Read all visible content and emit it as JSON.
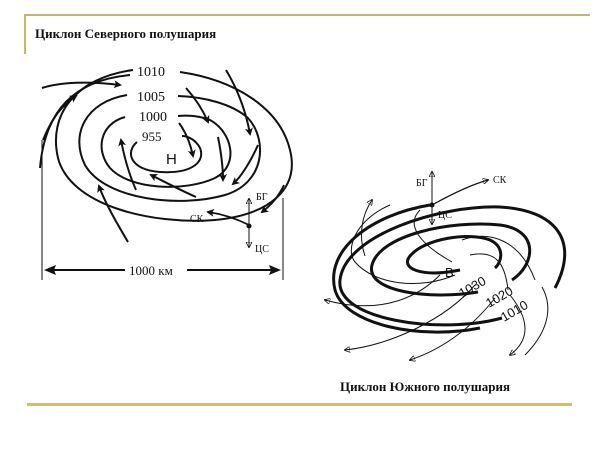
{
  "slide": {
    "accent_color": "#c8b46a",
    "northern": {
      "title": "Циклон Северного полушария",
      "isobars": [
        "1010",
        "1005",
        "1000",
        "955"
      ],
      "center_label": "Н",
      "labels": {
        "bg": "БГ",
        "sk": "СК",
        "cs": "ЦС"
      },
      "scale_label": "1000 км"
    },
    "southern": {
      "title": "Циклон Южного полушария",
      "isobars": [
        "1030",
        "1020",
        "1010"
      ],
      "center_label": "В",
      "labels": {
        "bg": "БГ",
        "sk": "СК",
        "cs": "ЦС"
      }
    }
  }
}
